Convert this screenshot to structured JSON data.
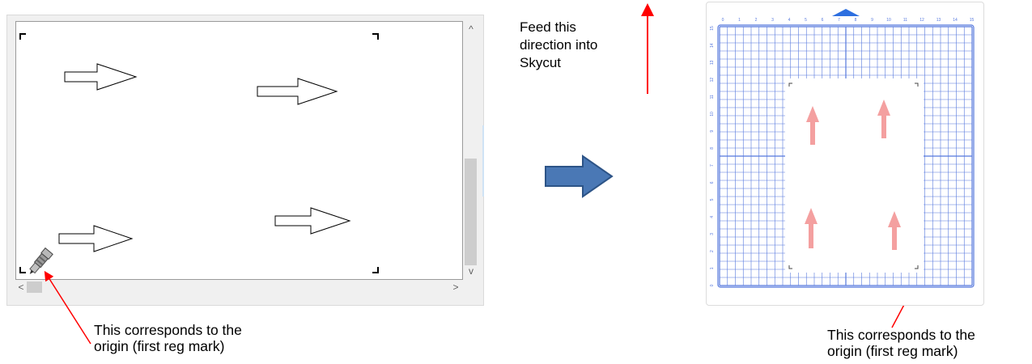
{
  "preview": {
    "scroll_up_glyph": "^",
    "scroll_down_glyph": "v",
    "scroll_left_glyph": "<",
    "scroll_right_glyph": ">",
    "origin_tool_icon": "pen-holder-icon",
    "shapes_icon": "outlined-arrow-icon"
  },
  "feed_instruction": {
    "lines": [
      "Feed this",
      "direction into",
      "Skycut"
    ],
    "arrow_color": "#ff0000"
  },
  "transition_arrow": {
    "color": "#4a78b5",
    "border_color": "#2d5487"
  },
  "mat": {
    "grid_color": "#5577dd",
    "marker_color": "#2d6fe0",
    "top_ruler": [
      "0",
      "1",
      "2",
      "3",
      "4",
      "5",
      "6",
      "7",
      "8",
      "9",
      "10",
      "11",
      "12",
      "13",
      "14",
      "15"
    ],
    "side_ruler": [
      "15",
      "14",
      "13",
      "12",
      "11",
      "10",
      "9",
      "8",
      "7",
      "6",
      "5",
      "4",
      "3",
      "2",
      "1",
      "0"
    ],
    "sheet_arrow_color": "#f4a0a0"
  },
  "captions": {
    "left": [
      "This corresponds to the",
      "origin (first reg mark)"
    ],
    "right": [
      "This corresponds to the",
      "origin (first reg mark)"
    ],
    "pointer_color": "#ff0000"
  }
}
